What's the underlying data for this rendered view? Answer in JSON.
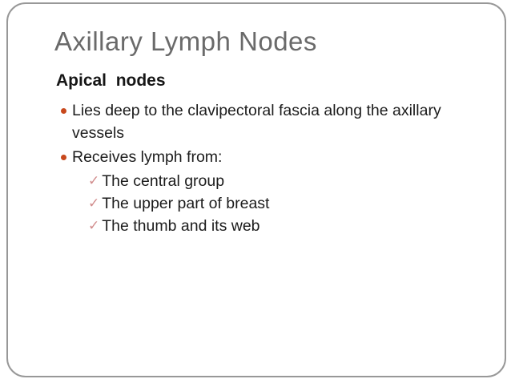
{
  "slide": {
    "title": "Axillary Lymph Nodes",
    "heading": "Apical  nodes",
    "bullets": [
      {
        "text": "Lies deep to the clavipectoral fascia along the axillary vessels"
      },
      {
        "text": "Receives lymph from:"
      }
    ],
    "sub_bullets": [
      {
        "text": "The central group"
      },
      {
        "text": "The upper part of breast"
      },
      {
        "text": "The thumb and its web"
      }
    ],
    "icons": {
      "bullet_dot": "round-orange-dot",
      "check": "✓"
    },
    "colors": {
      "title_text": "#6a6a6a",
      "body_text": "#1c1c1c",
      "bullet_dot": "#c8481c",
      "checkmark": "#d18d8d",
      "frame_border": "#989898",
      "background": "#ffffff"
    }
  }
}
